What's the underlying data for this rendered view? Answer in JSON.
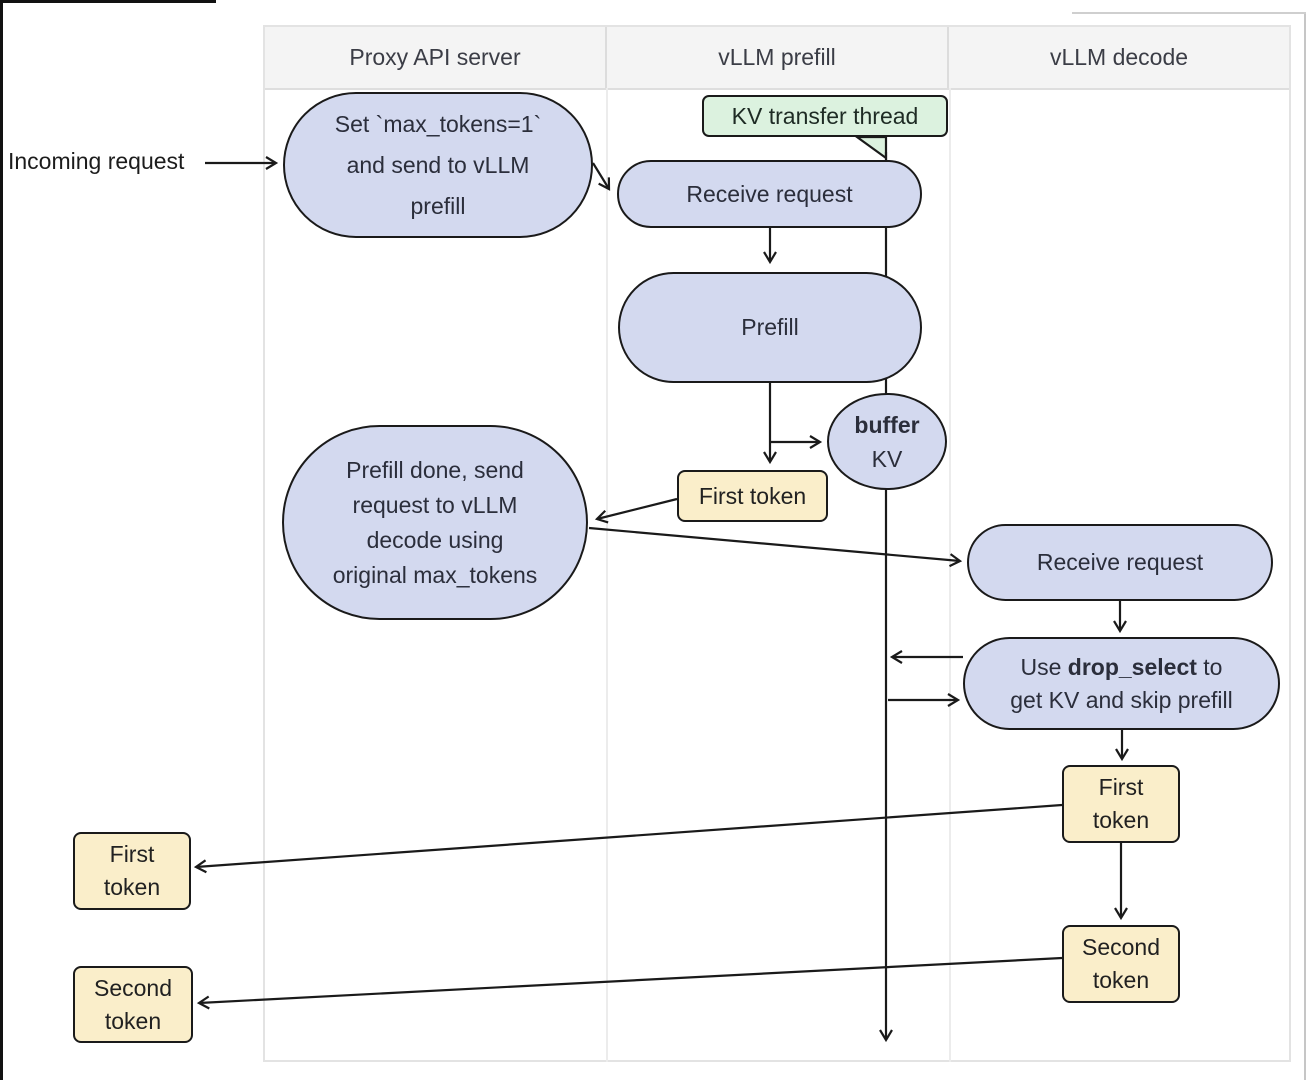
{
  "lanes": [
    {
      "label": "Proxy API server"
    },
    {
      "label": "vLLM prefill"
    },
    {
      "label": "vLLM decode"
    }
  ],
  "labels": {
    "incoming_request": "Incoming request"
  },
  "nodes": {
    "proxy_set": {
      "lines": [
        "Set `max_tokens=1`",
        "and send to vLLM",
        "prefill"
      ]
    },
    "kv_thread": {
      "label": "KV transfer thread"
    },
    "receive_prefill": {
      "label": "Receive request"
    },
    "prefill": {
      "label": "Prefill"
    },
    "buffer_kv": {
      "bold": "buffer",
      "rest": "KV"
    },
    "first_token_prefill": {
      "label": "First token"
    },
    "prefill_done": {
      "lines": [
        "Prefill done, send",
        "request to vLLM",
        "decode using",
        "original max_tokens"
      ]
    },
    "receive_decode": {
      "label": "Receive request"
    },
    "drop_select": {
      "pre": "Use ",
      "bold": "drop_select",
      "post": " to",
      "line2": "get KV and skip prefill"
    },
    "first_token_decode": {
      "line1": "First",
      "line2": "token"
    },
    "second_token_decode": {
      "line1": "Second",
      "line2": "token"
    },
    "first_token_out": {
      "line1": "First",
      "line2": "token"
    },
    "second_token_out": {
      "line1": "Second",
      "line2": "token"
    }
  },
  "colors": {
    "node_fill_lavender": "#d3d9ef",
    "node_fill_green": "#dcf2df",
    "node_fill_yellow": "#faeeca",
    "node_stroke": "#1a1a1a",
    "lane_header_bg": "#f4f4f4",
    "lane_border": "#e3e3e3",
    "text": "#2b2e3b"
  }
}
